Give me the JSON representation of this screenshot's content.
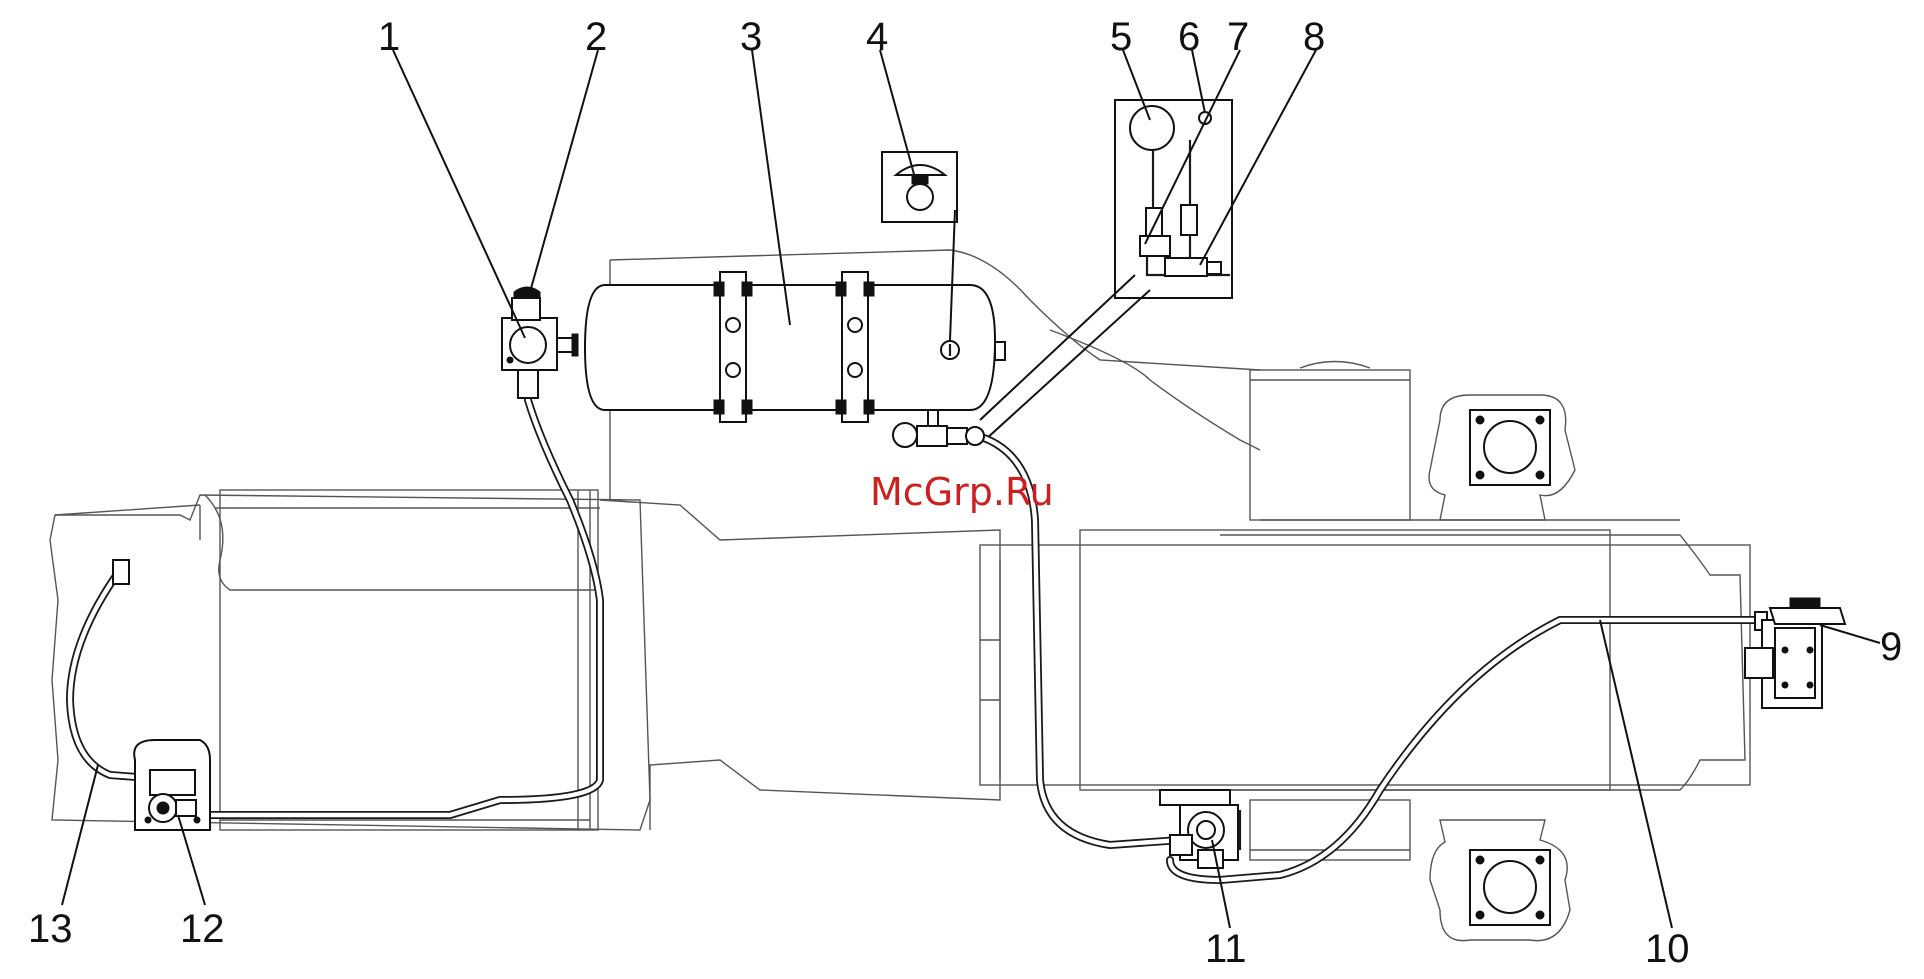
{
  "watermark": "McGrp.Ru",
  "callouts": [
    "1",
    "2",
    "3",
    "4",
    "5",
    "6",
    "7",
    "8",
    "9",
    "10",
    "11",
    "12",
    "13"
  ],
  "colors": {
    "line": "#1a1a1a",
    "watermark": "#cc1f1f",
    "background": "#ffffff"
  }
}
